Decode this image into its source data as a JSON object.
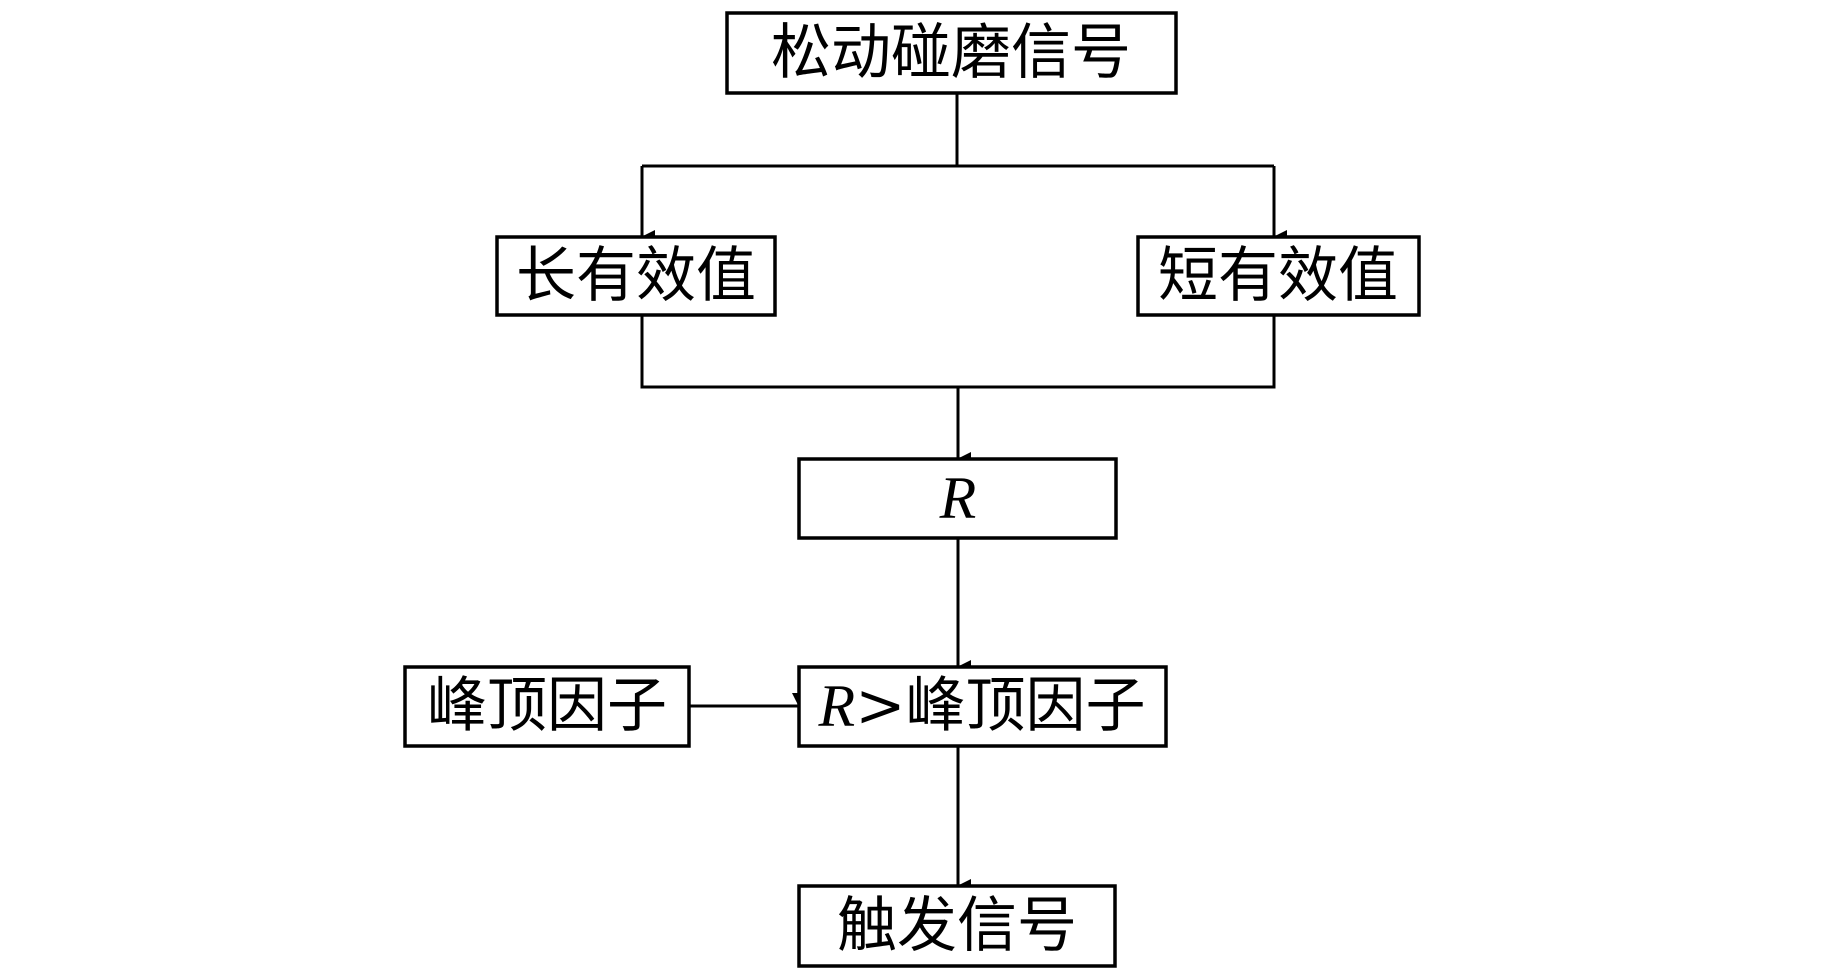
{
  "diagram": {
    "type": "flowchart",
    "colors": {
      "stroke": "#000000",
      "background": "#ffffff",
      "text": "#000000"
    },
    "nodes": {
      "loose_rub_signal": {
        "label": "松动碰磨信号"
      },
      "long_rms": {
        "label": "长有效值"
      },
      "short_rms": {
        "label": "短有效值"
      },
      "ratio": {
        "label": "R",
        "italic": true
      },
      "crest_factor": {
        "label": "峰顶因子"
      },
      "comparison": {
        "var": "R",
        "op": ">",
        "rest": "峰顶因子"
      },
      "trigger_signal": {
        "label": "触发信号"
      }
    },
    "edges": [
      {
        "from": "loose_rub_signal",
        "to": "long_rms"
      },
      {
        "from": "loose_rub_signal",
        "to": "short_rms"
      },
      {
        "from": "long_rms",
        "to": "ratio"
      },
      {
        "from": "short_rms",
        "to": "ratio"
      },
      {
        "from": "ratio",
        "to": "comparison"
      },
      {
        "from": "crest_factor",
        "to": "comparison"
      },
      {
        "from": "comparison",
        "to": "trigger_signal"
      }
    ]
  }
}
